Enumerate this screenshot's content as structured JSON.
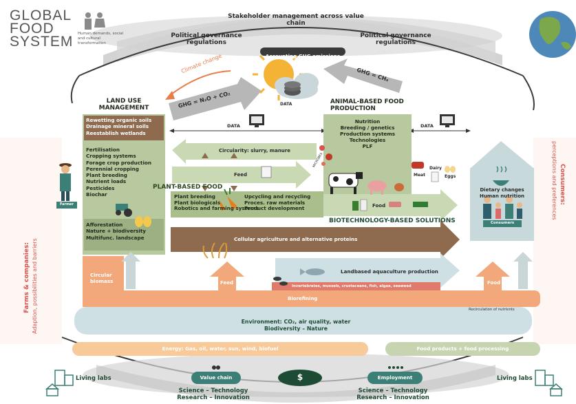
{
  "header": {
    "title_lines": [
      "GLOBAL",
      "FOOD",
      "SYSTEM"
    ],
    "human_demands": "Human demands, social and cultural transformation",
    "stakeholder": "Stakeholder management across value chain",
    "political_left": "Political governance regulations",
    "political_right": "Political governance regulations",
    "accounting": "Accounting GHG emissions"
  },
  "top": {
    "climate_change": "Climate change",
    "ghg_left": "GHG = N₂O + CO₂",
    "ghg_right": "GHG = CH₄",
    "data_cloud": "DATA",
    "data_left": "DATA",
    "data_right": "DATA"
  },
  "sides": {
    "left_bold": "Farms & companies:",
    "left_sub": "Adaption, possibilities and barriers",
    "right_bold": "Consumers:",
    "right_sub": "perceptions and preferences",
    "farmer": "Farmer",
    "consumers": "Consumers"
  },
  "land_use": {
    "heading": "LAND USE MANAGEMENT",
    "soils": [
      "Rewetting organic soils",
      "Drainage mineral soils",
      "Reestablish wetlands"
    ],
    "practices": [
      "Fertilisation",
      "Cropping systems",
      "Forage crop production",
      "Perennial cropping",
      "Plant breeding",
      "Nutrient loads",
      "Pesticides",
      "Biochar"
    ],
    "nature": [
      "Afforestation",
      "Nature + biodiversity",
      "Multifunc. landscape"
    ]
  },
  "animal": {
    "heading": "ANIMAL-BASED FOOD PRODUCTION",
    "items": [
      "Nutrition",
      "Breeding / genetics",
      "Production systems",
      "Technologies",
      "PLF"
    ],
    "meat": "Meat",
    "dairy": "Dairy",
    "eggs": "Eggs"
  },
  "plant": {
    "heading": "PLANT-BASED FOOD",
    "left_items": [
      "Plant breeding",
      "Plant biologicals",
      "Robotics and farming systems"
    ],
    "right_items": [
      "Upcycling and recycling",
      "Proces. raw materials",
      "Product development"
    ]
  },
  "flows": {
    "circularity": "Circularity: slurry, manure",
    "feed": "Feed",
    "microbes": "MICROBES",
    "food": "Food",
    "biotech": "BIOTECHNOLOGY-BASED SOLUTIONS",
    "cellular": "Cellular agriculture and alternative proteins",
    "aquaculture": "Landbased aquaculture production",
    "invertebrates": "Invertebrates, mussels, crustaceans, fish, algae, seaweed",
    "circular_biomass": "Circular biomass",
    "feed_arrow": "Feed",
    "food_arrow": "Food",
    "biorefining": "Biorefining",
    "recirculation": "Recirculation of nutrients"
  },
  "consumer_house": {
    "line1": "Dietary changes",
    "line2": "Human nutrition"
  },
  "environment": {
    "line1": "Environment: CO₂, air quality, water",
    "line2": "Biodiversity – Nature"
  },
  "bottom": {
    "energy": "Energy: Gas, oil, water, sun, wind, biofuel",
    "food_products": "Food products + food processing",
    "living_labs_left": "Living labs",
    "living_labs_right": "Living labs",
    "value_chain": "Value chain",
    "dollar": "$",
    "employment": "Employment",
    "science_left": "Science – Technology",
    "research_left": "Research – Innovation",
    "science_right": "Science – Technology",
    "research_right": "Research – Innovation"
  },
  "colors": {
    "green": "#b8c89f",
    "brown": "#8e6b4f",
    "orange": "#f2a87a",
    "teal": "#c9d6d8",
    "dark_green": "#1e4b33",
    "red_label": "#d9534f"
  }
}
